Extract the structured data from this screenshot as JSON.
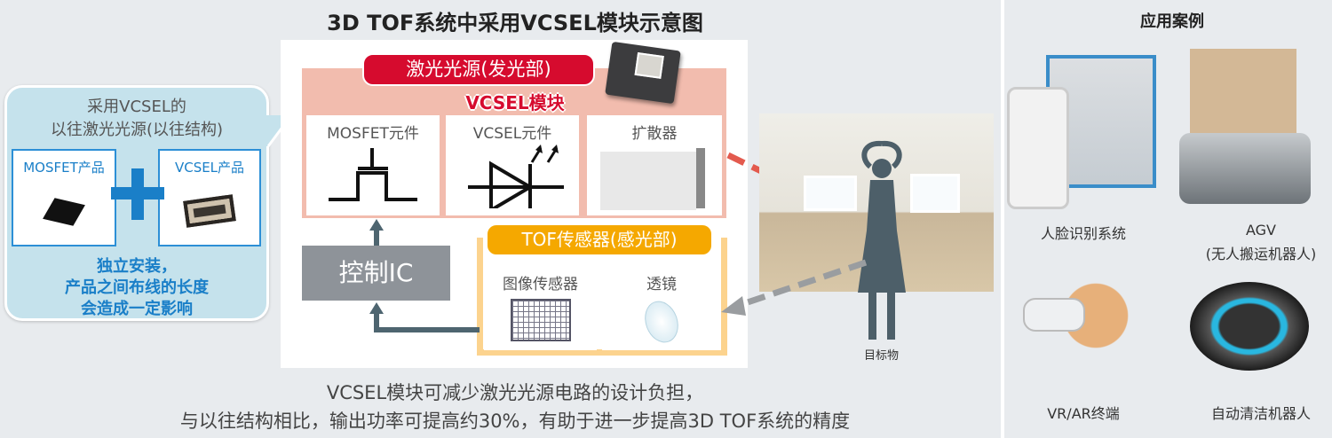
{
  "title": "3D TOF系统中采用VCSEL模块示意图",
  "callout": {
    "title_line1": "采用VCSEL的",
    "title_line2": "以往激光光源(以往结构)",
    "product1": "MOSFET产品",
    "product2": "VCSEL产品",
    "note_line1": "独立安装，",
    "note_line2": "产品之间布线的长度",
    "note_line3": "会造成一定影响"
  },
  "emitter": {
    "label": "激光光源(发光部)",
    "module": "VCSEL模块",
    "cells": [
      "MOSFET元件",
      "VCSEL元件",
      "扩散器"
    ]
  },
  "control": {
    "label": "控制IC"
  },
  "sensor": {
    "label": "TOF传感器(感光部)",
    "cells": [
      "图像传感器",
      "透镜"
    ]
  },
  "target": {
    "label": "目标物"
  },
  "bottom": {
    "line1": "VCSEL模块可减少激光光源电路的设计负担，",
    "line2": "与以往结构相比，输出功率可提高约30%，有助于进一步提高3D TOF系统的精度"
  },
  "applications": {
    "title": "应用案例",
    "items": [
      {
        "label": "人脸识别系统"
      },
      {
        "label": "AGV",
        "sub": "(无人搬运机器人)"
      },
      {
        "label": "VR/AR终端"
      },
      {
        "label": "自动清洁机器人"
      }
    ]
  },
  "colors": {
    "red": "#d60b2e",
    "orange": "#f5a800",
    "blue": "#1a7fc8",
    "gray": "#8e9399"
  }
}
